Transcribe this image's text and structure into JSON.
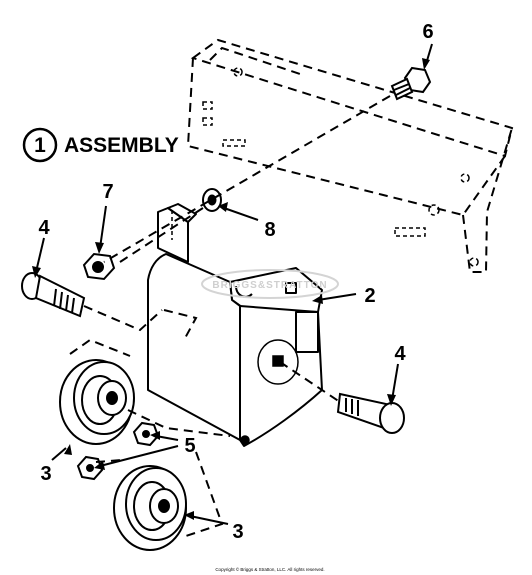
{
  "assembly": {
    "number": "1",
    "label": "ASSEMBLY"
  },
  "callouts": {
    "c2": "2",
    "c3a": "3",
    "c3b": "3",
    "c4a": "4",
    "c4b": "4",
    "c5": "5",
    "c6": "6",
    "c7": "7",
    "c8": "8"
  },
  "watermark": "BRIGGS&STRATTON",
  "copyright": "Copyright © Briggs & Stratton, LLC. All rights reserved."
}
